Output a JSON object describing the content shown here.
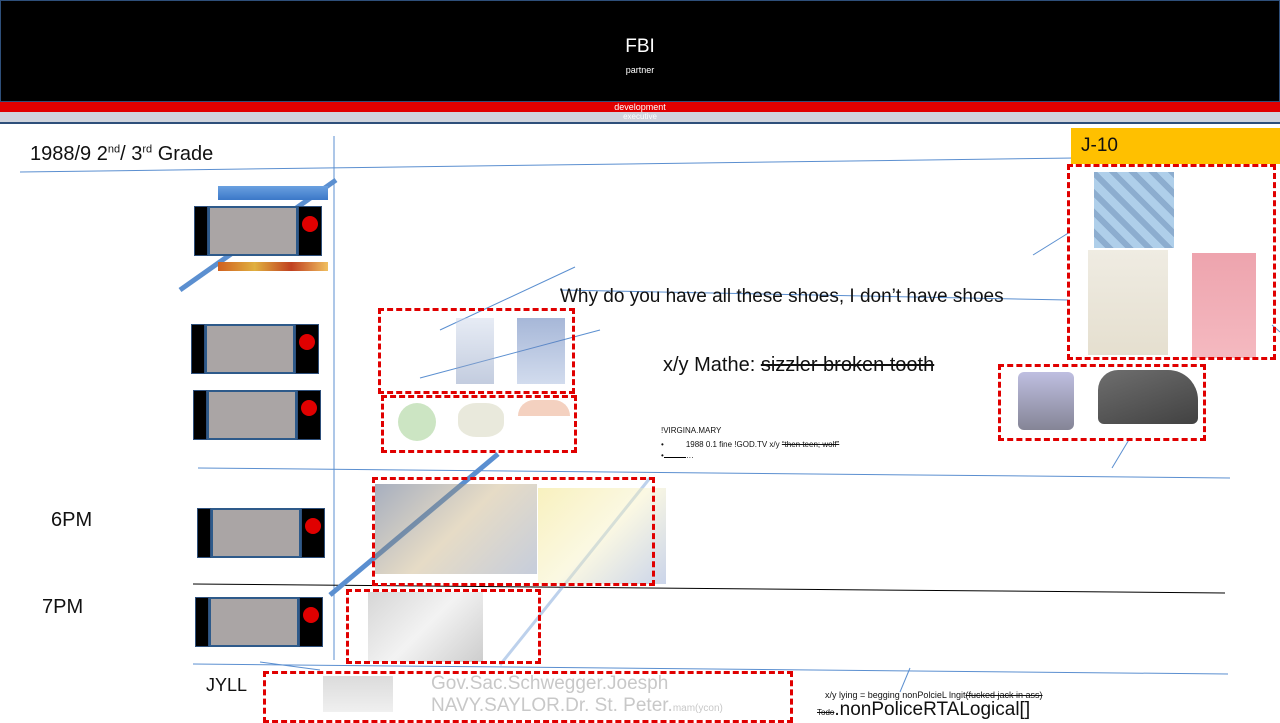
{
  "header": {
    "title": "FBI",
    "subtitle": "partner",
    "red_band": "development",
    "gray_band": "executive"
  },
  "timeline": {
    "heading_year": "1988/9 2",
    "heading_sup1": "nd",
    "heading_mid": "/ 3",
    "heading_sup2": "rd",
    "heading_end": " Grade",
    "label_6pm": "6PM",
    "label_7pm": "7PM",
    "label_jyll": "JYLL"
  },
  "badge": {
    "label": "J-10",
    "color": "#ffc000"
  },
  "quotes": {
    "shoes": "Why do you have all these shoes, I don’t have shoes",
    "mathe_prefix": "x/y Mathe: ",
    "mathe_struck": "sizzler  broken tooth"
  },
  "notes": {
    "virgina": "!VIRGINA.MARY",
    "bullet1_prefix": "1988 0.1 fine !GOD.TV x/y ",
    "bullet1_struck": "“then teen; wolf”",
    "bullet2": "…",
    "bullet_mark": "•"
  },
  "footer": {
    "gov": "Gov.Sac.Schwegger.Joesph",
    "navy": "NAVY.SAYLOR.Dr. St. Peter.",
    "navy_small": "mam(ycon)",
    "lying_prefix": "x/y lying = begging nonPolcieL lngit",
    "lying_struck": "(fucked jack in ass)",
    "todo": "Todo",
    "logical": ".nonPoliceRTALogical[]"
  },
  "colors": {
    "accent_red": "#e00000",
    "line_blue": "#5b8fd0",
    "header_black": "#000000"
  }
}
